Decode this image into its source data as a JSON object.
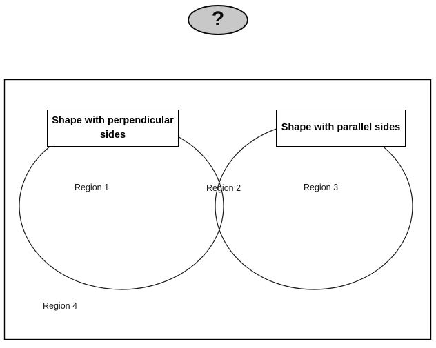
{
  "header": {
    "question_badge": {
      "icon": "question-mark-icon",
      "label": "?",
      "fill_color": "#c8c8c8",
      "border_color": "#0a0a0a"
    }
  },
  "diagram": {
    "type": "venn",
    "universal_set_border_color": "#000000",
    "set_outline_color": "#1a1a1a",
    "sets": [
      {
        "id": "left",
        "label": "Shape with perpendicular sides",
        "label_line1": "Shape with",
        "label_line2": "perpendicular sides"
      },
      {
        "id": "right",
        "label": "Shape with parallel sides",
        "label_line1": "Shape with parallel",
        "label_line2": "sides"
      }
    ],
    "regions": [
      {
        "id": "region-1",
        "label": "Region 1",
        "meaning": "left-only"
      },
      {
        "id": "region-2",
        "label": "Region 2",
        "meaning": "intersection"
      },
      {
        "id": "region-3",
        "label": "Region 3",
        "meaning": "right-only"
      },
      {
        "id": "region-4",
        "label": "Region 4",
        "meaning": "outside-both"
      }
    ]
  }
}
